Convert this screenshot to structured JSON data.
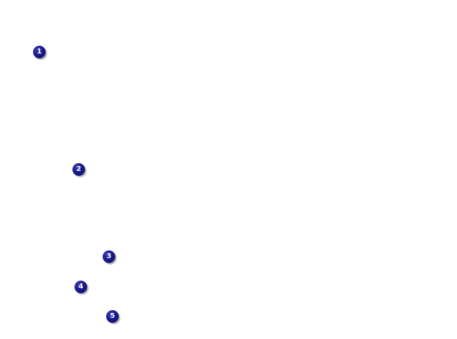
{
  "callouts": [
    {
      "label": "1"
    },
    {
      "label": "2"
    },
    {
      "label": "3"
    },
    {
      "label": "4"
    },
    {
      "label": "5"
    }
  ],
  "colors": {
    "background": "#ffffff",
    "callout_fill": "#1a1a8c",
    "callout_text": "#ffffff"
  }
}
